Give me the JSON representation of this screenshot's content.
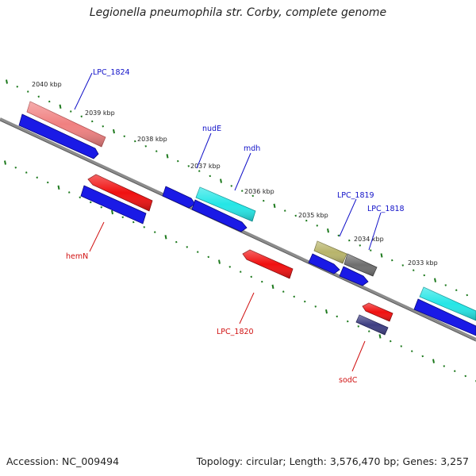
{
  "title": "Legionella pneumophila str. Corby, complete genome",
  "footer": {
    "accession": "Accession: NC_009494",
    "stats": "Topology: circular; Length: 3,576,470 bp; Genes: 3,257"
  },
  "colors": {
    "backbone": "#8c8c8c",
    "tick": "#1e7a1e",
    "forward_label": "#1010c8",
    "reverse_label": "#d01010"
  },
  "kbp_labels": [
    "2040 kbp",
    "2039 kbp",
    "2038 kbp",
    "2037 kbp",
    "2036 kbp",
    "2035 kbp",
    "2034 kbp",
    "2033 kbp"
  ],
  "genes": [
    {
      "id": "g-lpc1824",
      "label": "LPC_1824",
      "strand": "+",
      "color": "#f08080"
    },
    {
      "id": "g-nude",
      "label": "nudE",
      "strand": "+",
      "color": "#1a1ae6"
    },
    {
      "id": "g-mdh",
      "label": "mdh",
      "strand": "+",
      "color": "#24e6e6"
    },
    {
      "id": "g-lpc1819",
      "label": "LPC_1819",
      "strand": "+",
      "color": "#b8b46a"
    },
    {
      "id": "g-lpc1818",
      "label": "LPC_1818",
      "strand": "+",
      "color": "#6e6e6e"
    },
    {
      "id": "g-hemn",
      "label": "hemN",
      "strand": "-",
      "color": "#f01010"
    },
    {
      "id": "g-lpc1820",
      "label": "LPC_1820",
      "strand": "-",
      "color": "#f01010"
    },
    {
      "id": "g-sodc",
      "label": "sodC",
      "strand": "-",
      "color": "#3e3e82"
    }
  ]
}
